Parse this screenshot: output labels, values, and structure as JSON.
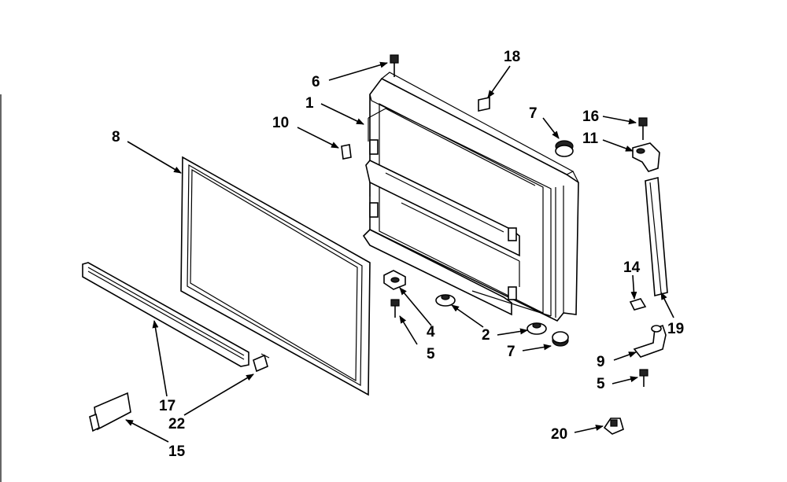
{
  "diagram": {
    "callouts": {
      "c1": "1",
      "c2": "2",
      "c4": "4",
      "c5a": "5",
      "c5b": "5",
      "c6": "6",
      "c7a": "7",
      "c7b": "7",
      "c8": "8",
      "c9": "9",
      "c10": "10",
      "c11": "11",
      "c14": "14",
      "c15": "15",
      "c16": "16",
      "c17": "17",
      "c18": "18",
      "c19": "19",
      "c20": "20",
      "c22": "22"
    }
  }
}
